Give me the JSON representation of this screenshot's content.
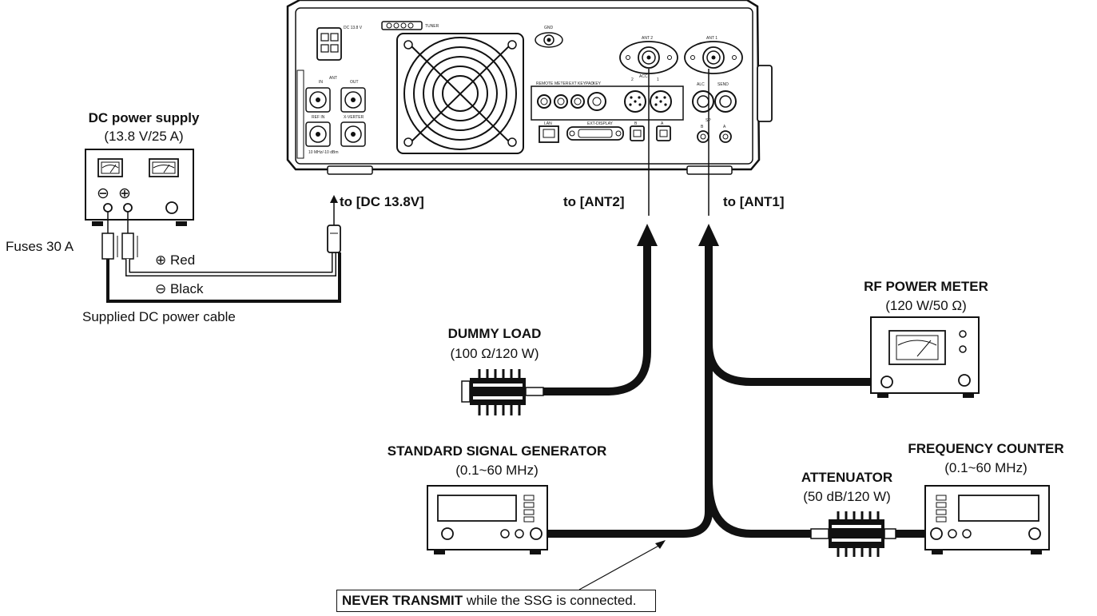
{
  "colors": {
    "ink": "#111111",
    "panel": "#ffffff",
    "cable": "#0d0d0d"
  },
  "rear_panel": {
    "labels": {
      "dc": "DC 13.8 V",
      "tuner": "TUNER",
      "gnd": "GND",
      "ant2": "ANT 2",
      "ant1": "ANT 1",
      "ant_in": "IN",
      "ant_label": "ANT",
      "ant_out": "OUT",
      "ref_in": "REF IN",
      "xverter": "X-VERTER",
      "ref_freq": "10 MHz/-10 dBm",
      "remote": "REMOTE",
      "meter": "METER",
      "ext_keypad": "EXT KEYPAD",
      "key": "KEY",
      "acc2": "2",
      "acc1": "1",
      "acc": "ACC",
      "alc": "ALC",
      "send": "SEND",
      "lan": "LAN",
      "ext_display": "EXT-DISPLAY",
      "usb_b": "B",
      "usb_a": "A",
      "sp": "SP",
      "sp_a": "A",
      "sp_b": "B"
    }
  },
  "connections": {
    "dc": "to [DC 13.8V]",
    "ant2": "to [ANT2]",
    "ant1": "to [ANT1]"
  },
  "power_supply": {
    "title": "DC power supply",
    "spec": "(13.8 V/25 A)",
    "minus_symbol": "⊖",
    "plus_symbol": "⊕",
    "fuses": "Fuses 30 A",
    "red": "⊕ Red",
    "black": "⊖ Black",
    "cable_note": "Supplied DC power cable"
  },
  "dummy_load": {
    "title": "DUMMY LOAD",
    "spec": "(100 Ω/120 W)"
  },
  "rf_power_meter": {
    "title": "RF POWER METER",
    "spec": "(120 W/50 Ω)"
  },
  "ssg": {
    "title": "STANDARD SIGNAL GENERATOR",
    "spec": "(0.1~60 MHz)"
  },
  "attenuator": {
    "title": "ATTENUATOR",
    "spec": "(50 dB/120 W)"
  },
  "frequency_counter": {
    "title": "FREQUENCY COUNTER",
    "spec": "(0.1~60 MHz)"
  },
  "warning": {
    "bold": "NEVER TRANSMIT",
    "rest": " while the SSG is connected."
  }
}
